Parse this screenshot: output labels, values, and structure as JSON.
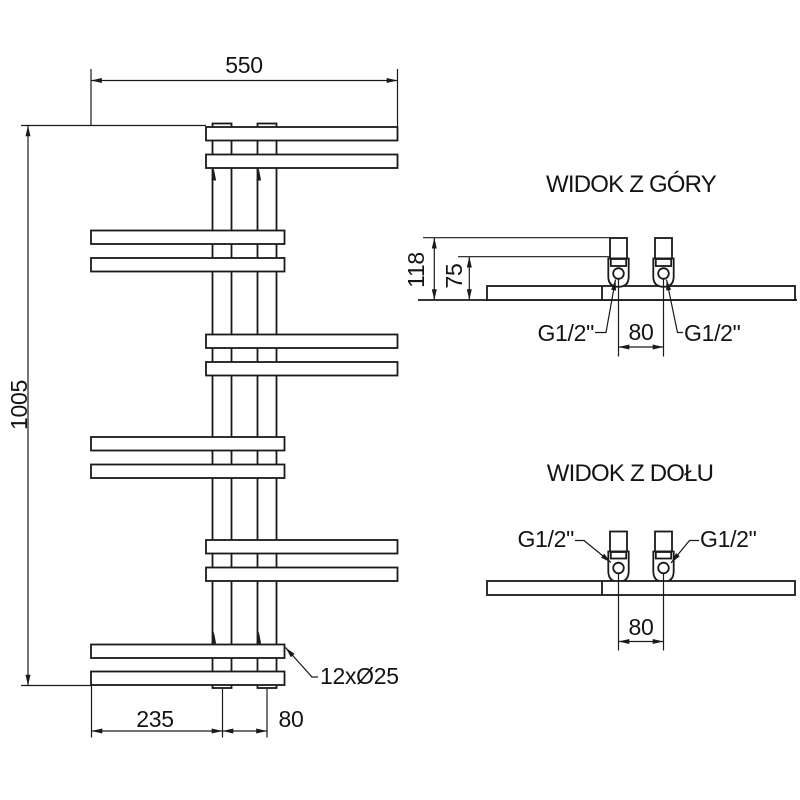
{
  "front_view": {
    "width_mm": "550",
    "height_mm": "1005",
    "bottom_left_mm": "235",
    "bottom_spacing_mm": "80",
    "tube_callout": "12xØ25"
  },
  "top_view": {
    "title": "WIDOK Z GÓRY",
    "depth_mm": "118",
    "offset_mm": "75",
    "spacing_mm": "80",
    "thread_left": "G1/2\"",
    "thread_right": "G1/2\""
  },
  "bottom_view": {
    "title": "WIDOK Z DOŁU",
    "spacing_mm": "80",
    "thread_left": "G1/2\"",
    "thread_right": "G1/2\""
  },
  "colors": {
    "line": "#1a1a1a",
    "background": "#ffffff"
  }
}
